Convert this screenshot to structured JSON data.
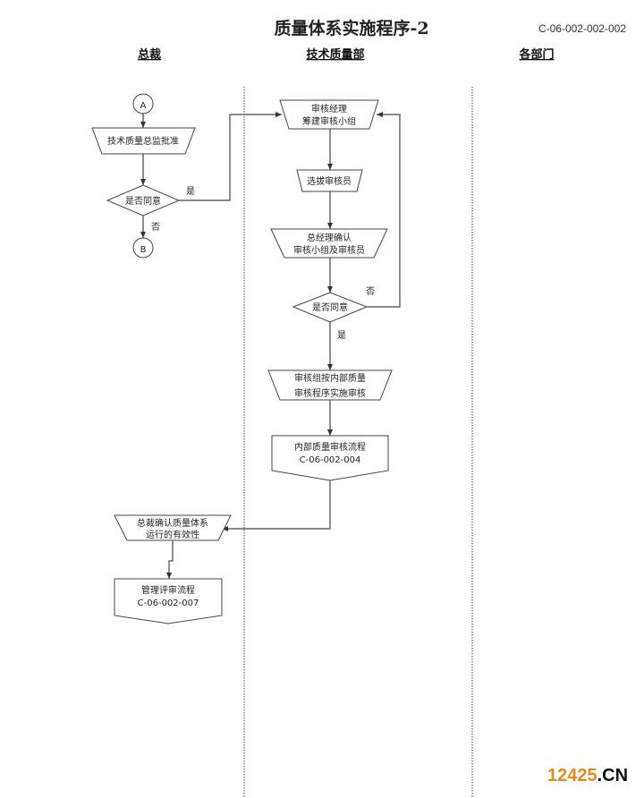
{
  "header": {
    "title": "质量体系实施程序-2",
    "doc_code": "C-06-002-002-002"
  },
  "lanes": [
    "总裁",
    "技术质量部",
    "各部门"
  ],
  "connectors": {
    "a": "A",
    "b": "B"
  },
  "nodes": {
    "approve": "技术质量总监批准",
    "agree1": "是否同意",
    "team_l1": "审核经理",
    "team_l2": "筹建审核小组",
    "select": "选拔审核员",
    "confirm_l1": "总经理确认",
    "confirm_l2": "审核小组及审核员",
    "agree2": "是否同意",
    "audit_l1": "审核组按内部质量",
    "audit_l2": "审核程序实施审核",
    "internal_l1": "内部质量审核流程",
    "internal_l2": "C-06-002-004",
    "ceo_l1": "总裁确认质量体系",
    "ceo_l2": "运行的有效性",
    "review_l1": "管理评审流程",
    "review_l2": "C-06-002-007"
  },
  "labels": {
    "yes1": "是",
    "no1": "否",
    "yes2": "是",
    "no2": "否"
  },
  "watermark": {
    "num": "12425",
    "suffix": ".CN",
    "num_color": "#e8891b",
    "suffix_color": "#111111"
  }
}
